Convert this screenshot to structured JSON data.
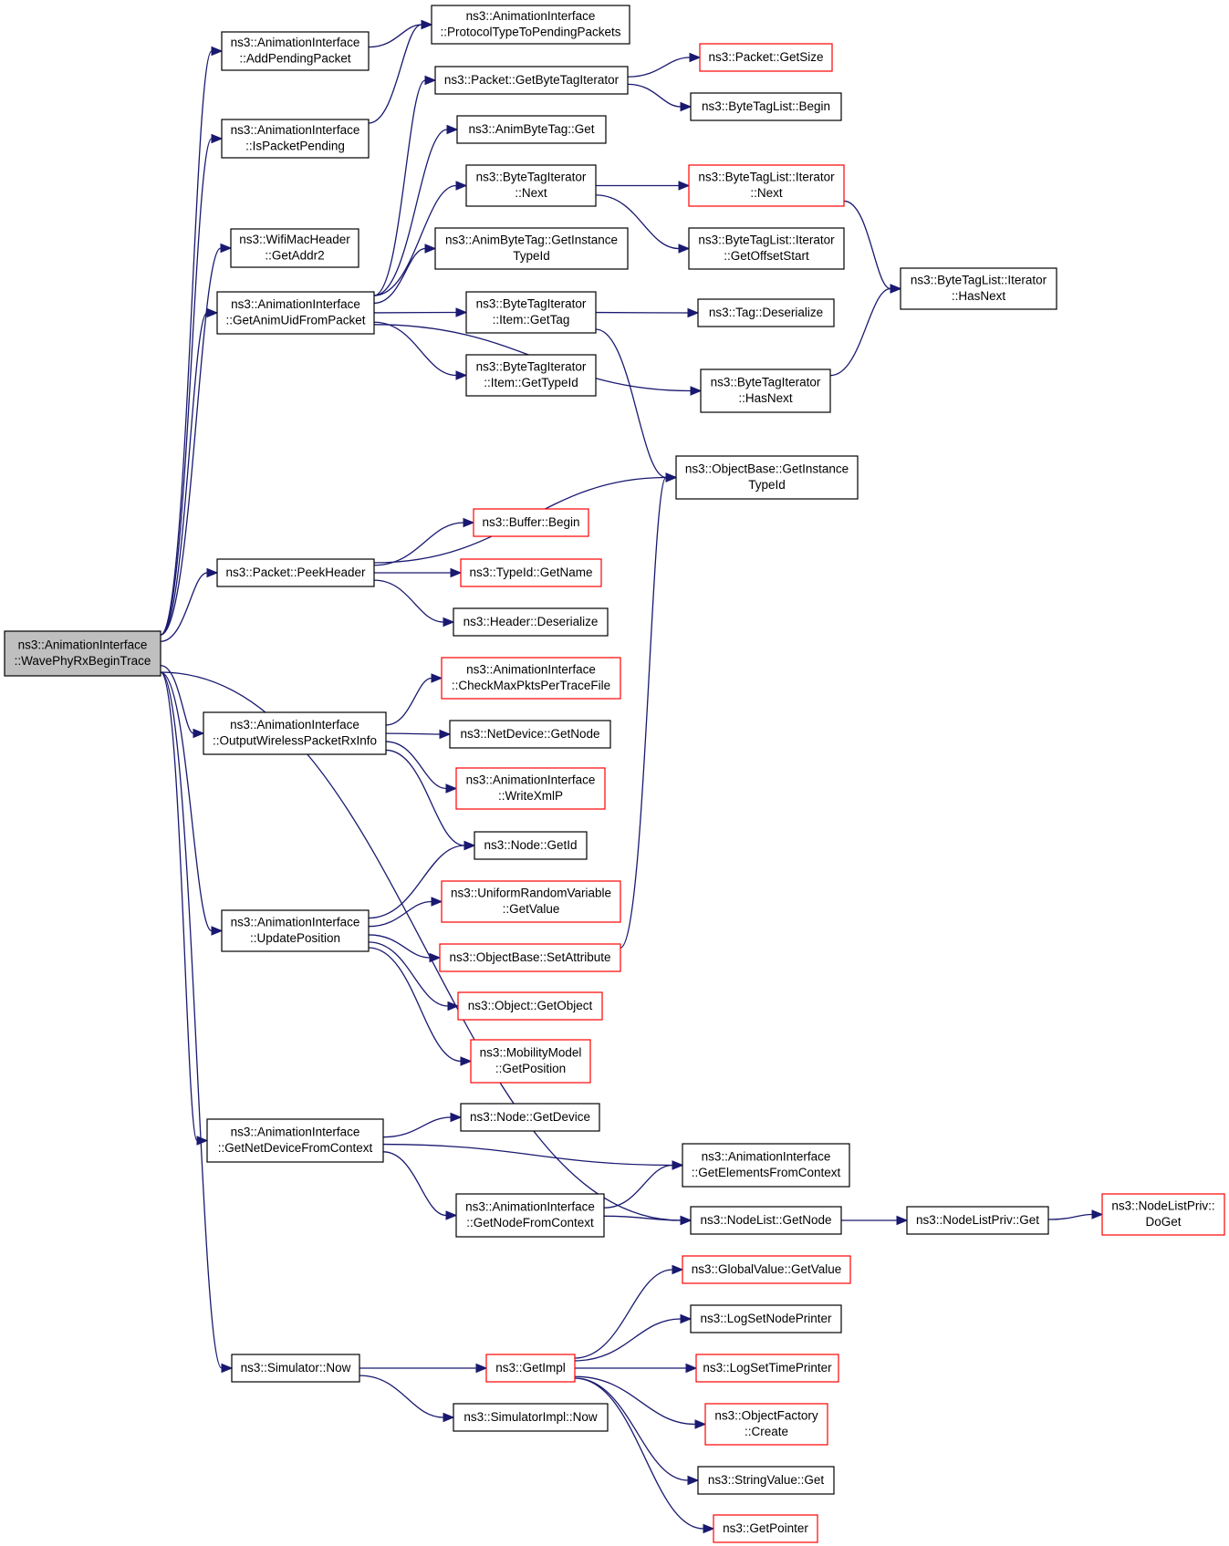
{
  "colors": {
    "edge": "#191970",
    "box_border_normal": "#000000",
    "box_border_truncated": "#ff0000",
    "box_fill": "#ffffff",
    "root_fill": "#bfbfbf"
  },
  "nodes": [
    {
      "id": "root",
      "lines": [
        "ns3::AnimationInterface",
        "::WavePhyRxBeginTrace"
      ],
      "style": "root"
    },
    {
      "id": "addpending",
      "lines": [
        "ns3::AnimationInterface",
        "::AddPendingPacket"
      ],
      "style": "normal"
    },
    {
      "id": "protocoltype",
      "lines": [
        "ns3::AnimationInterface",
        "::ProtocolTypeToPendingPackets"
      ],
      "style": "normal"
    },
    {
      "id": "ispending",
      "lines": [
        "ns3::AnimationInterface",
        "::IsPacketPending"
      ],
      "style": "normal"
    },
    {
      "id": "getbytetagit",
      "lines": [
        "ns3::Packet::GetByteTagIterator"
      ],
      "style": "normal"
    },
    {
      "id": "pktgetsize",
      "lines": [
        "ns3::Packet::GetSize"
      ],
      "style": "truncated"
    },
    {
      "id": "btlbegin",
      "lines": [
        "ns3::ByteTagList::Begin"
      ],
      "style": "normal"
    },
    {
      "id": "animget",
      "lines": [
        "ns3::AnimByteTag::Get"
      ],
      "style": "normal"
    },
    {
      "id": "btinext",
      "lines": [
        "ns3::ByteTagIterator",
        "::Next"
      ],
      "style": "normal"
    },
    {
      "id": "btlinext",
      "lines": [
        "ns3::ByteTagList::Iterator",
        "::Next"
      ],
      "style": "truncated"
    },
    {
      "id": "getaddr2",
      "lines": [
        "ns3::WifiMacHeader",
        "::GetAddr2"
      ],
      "style": "normal"
    },
    {
      "id": "animtypeid",
      "lines": [
        "ns3::AnimByteTag::GetInstance",
        "TypeId"
      ],
      "style": "normal"
    },
    {
      "id": "btlioffset",
      "lines": [
        "ns3::ByteTagList::Iterator",
        "::GetOffsetStart"
      ],
      "style": "normal"
    },
    {
      "id": "btlihasnext",
      "lines": [
        "ns3::ByteTagList::Iterator",
        "::HasNext"
      ],
      "style": "normal"
    },
    {
      "id": "getanimuid",
      "lines": [
        "ns3::AnimationInterface",
        "::GetAnimUidFromPacket"
      ],
      "style": "normal"
    },
    {
      "id": "itemgettag",
      "lines": [
        "ns3::ByteTagIterator",
        "::Item::GetTag"
      ],
      "style": "normal"
    },
    {
      "id": "tagdeser",
      "lines": [
        "ns3::Tag::Deserialize"
      ],
      "style": "normal"
    },
    {
      "id": "itemgettypeid",
      "lines": [
        "ns3::ByteTagIterator",
        "::Item::GetTypeId"
      ],
      "style": "normal"
    },
    {
      "id": "btihasnext",
      "lines": [
        "ns3::ByteTagIterator",
        "::HasNext"
      ],
      "style": "normal"
    },
    {
      "id": "objbasetypeid",
      "lines": [
        "ns3::ObjectBase::GetInstance",
        "TypeId"
      ],
      "style": "normal"
    },
    {
      "id": "bufbegin",
      "lines": [
        "ns3::Buffer::Begin"
      ],
      "style": "truncated"
    },
    {
      "id": "peekheader",
      "lines": [
        "ns3::Packet::PeekHeader"
      ],
      "style": "normal"
    },
    {
      "id": "typeidname",
      "lines": [
        "ns3::TypeId::GetName"
      ],
      "style": "truncated"
    },
    {
      "id": "headerdeser",
      "lines": [
        "ns3::Header::Deserialize"
      ],
      "style": "normal"
    },
    {
      "id": "checkmax",
      "lines": [
        "ns3::AnimationInterface",
        "::CheckMaxPktsPerTraceFile"
      ],
      "style": "truncated"
    },
    {
      "id": "outputwireless",
      "lines": [
        "ns3::AnimationInterface",
        "::OutputWirelessPacketRxInfo"
      ],
      "style": "normal"
    },
    {
      "id": "netdevgetnode",
      "lines": [
        "ns3::NetDevice::GetNode"
      ],
      "style": "normal"
    },
    {
      "id": "writexmlp",
      "lines": [
        "ns3::AnimationInterface",
        "::WriteXmlP"
      ],
      "style": "truncated"
    },
    {
      "id": "nodegetid",
      "lines": [
        "ns3::Node::GetId"
      ],
      "style": "normal"
    },
    {
      "id": "uniformgetvalue",
      "lines": [
        "ns3::UniformRandomVariable",
        "::GetValue"
      ],
      "style": "truncated"
    },
    {
      "id": "updateposition",
      "lines": [
        "ns3::AnimationInterface",
        "::UpdatePosition"
      ],
      "style": "normal"
    },
    {
      "id": "setattribute",
      "lines": [
        "ns3::ObjectBase::SetAttribute"
      ],
      "style": "truncated"
    },
    {
      "id": "getobject",
      "lines": [
        "ns3::Object::GetObject"
      ],
      "style": "truncated"
    },
    {
      "id": "mobilitypos",
      "lines": [
        "ns3::MobilityModel",
        "::GetPosition"
      ],
      "style": "truncated"
    },
    {
      "id": "nodegetdevice",
      "lines": [
        "ns3::Node::GetDevice"
      ],
      "style": "normal"
    },
    {
      "id": "getnetdevfromctx",
      "lines": [
        "ns3::AnimationInterface",
        "::GetNetDeviceFromContext"
      ],
      "style": "normal"
    },
    {
      "id": "getelements",
      "lines": [
        "ns3::AnimationInterface",
        "::GetElementsFromContext"
      ],
      "style": "normal"
    },
    {
      "id": "getnodefromctx",
      "lines": [
        "ns3::AnimationInterface",
        "::GetNodeFromContext"
      ],
      "style": "normal"
    },
    {
      "id": "nodelistgetnode",
      "lines": [
        "ns3::NodeList::GetNode"
      ],
      "style": "normal"
    },
    {
      "id": "nodelistprivget",
      "lines": [
        "ns3::NodeListPriv::Get"
      ],
      "style": "normal"
    },
    {
      "id": "nodelistprivdoget",
      "lines": [
        "ns3::NodeListPriv::",
        "DoGet"
      ],
      "style": "truncated"
    },
    {
      "id": "globalgetvalue",
      "lines": [
        "ns3::GlobalValue::GetValue"
      ],
      "style": "truncated"
    },
    {
      "id": "logsetnode",
      "lines": [
        "ns3::LogSetNodePrinter"
      ],
      "style": "normal"
    },
    {
      "id": "simnow",
      "lines": [
        "ns3::Simulator::Now"
      ],
      "style": "normal"
    },
    {
      "id": "getimpl",
      "lines": [
        "ns3::GetImpl"
      ],
      "style": "truncated"
    },
    {
      "id": "logsettime",
      "lines": [
        "ns3::LogSetTimePrinter"
      ],
      "style": "truncated"
    },
    {
      "id": "objfactory",
      "lines": [
        "ns3::ObjectFactory",
        "::Create"
      ],
      "style": "truncated"
    },
    {
      "id": "simimplnow",
      "lines": [
        "ns3::SimulatorImpl::Now"
      ],
      "style": "normal"
    },
    {
      "id": "stringget",
      "lines": [
        "ns3::StringValue::Get"
      ],
      "style": "normal"
    },
    {
      "id": "getpointer",
      "lines": [
        "ns3::GetPointer"
      ],
      "style": "truncated"
    }
  ],
  "edges": [
    [
      "root",
      "addpending"
    ],
    [
      "root",
      "ispending"
    ],
    [
      "root",
      "getaddr2"
    ],
    [
      "root",
      "getanimuid"
    ],
    [
      "root",
      "peekheader"
    ],
    [
      "root",
      "outputwireless"
    ],
    [
      "root",
      "updateposition"
    ],
    [
      "root",
      "getnetdevfromctx"
    ],
    [
      "root",
      "nodelistgetnode"
    ],
    [
      "root",
      "simnow"
    ],
    [
      "addpending",
      "protocoltype"
    ],
    [
      "ispending",
      "protocoltype"
    ],
    [
      "getanimuid",
      "getbytetagit"
    ],
    [
      "getanimuid",
      "animget"
    ],
    [
      "getanimuid",
      "btinext"
    ],
    [
      "getanimuid",
      "animtypeid"
    ],
    [
      "getanimuid",
      "itemgettag"
    ],
    [
      "getanimuid",
      "itemgettypeid"
    ],
    [
      "getanimuid",
      "btihasnext"
    ],
    [
      "getbytetagit",
      "pktgetsize"
    ],
    [
      "getbytetagit",
      "btlbegin"
    ],
    [
      "btinext",
      "btlinext"
    ],
    [
      "btinext",
      "btlioffset"
    ],
    [
      "btlinext",
      "btlihasnext"
    ],
    [
      "itemgettag",
      "tagdeser"
    ],
    [
      "itemgettag",
      "objbasetypeid"
    ],
    [
      "btihasnext",
      "btlihasnext"
    ],
    [
      "peekheader",
      "objbasetypeid"
    ],
    [
      "peekheader",
      "bufbegin"
    ],
    [
      "peekheader",
      "typeidname"
    ],
    [
      "peekheader",
      "headerdeser"
    ],
    [
      "outputwireless",
      "checkmax"
    ],
    [
      "outputwireless",
      "netdevgetnode"
    ],
    [
      "outputwireless",
      "writexmlp"
    ],
    [
      "outputwireless",
      "nodegetid"
    ],
    [
      "updateposition",
      "nodegetid"
    ],
    [
      "updateposition",
      "uniformgetvalue"
    ],
    [
      "updateposition",
      "setattribute"
    ],
    [
      "updateposition",
      "getobject"
    ],
    [
      "updateposition",
      "mobilitypos"
    ],
    [
      "setattribute",
      "objbasetypeid"
    ],
    [
      "getnetdevfromctx",
      "nodegetdevice"
    ],
    [
      "getnetdevfromctx",
      "getelements"
    ],
    [
      "getnetdevfromctx",
      "getnodefromctx"
    ],
    [
      "getnodefromctx",
      "getelements"
    ],
    [
      "getnodefromctx",
      "nodelistgetnode"
    ],
    [
      "nodelistgetnode",
      "nodelistprivget"
    ],
    [
      "nodelistprivget",
      "nodelistprivdoget"
    ],
    [
      "simnow",
      "getimpl"
    ],
    [
      "simnow",
      "simimplnow"
    ],
    [
      "getimpl",
      "globalgetvalue"
    ],
    [
      "getimpl",
      "logsetnode"
    ],
    [
      "getimpl",
      "logsettime"
    ],
    [
      "getimpl",
      "objfactory"
    ],
    [
      "getimpl",
      "stringget"
    ],
    [
      "getimpl",
      "getpointer"
    ]
  ]
}
